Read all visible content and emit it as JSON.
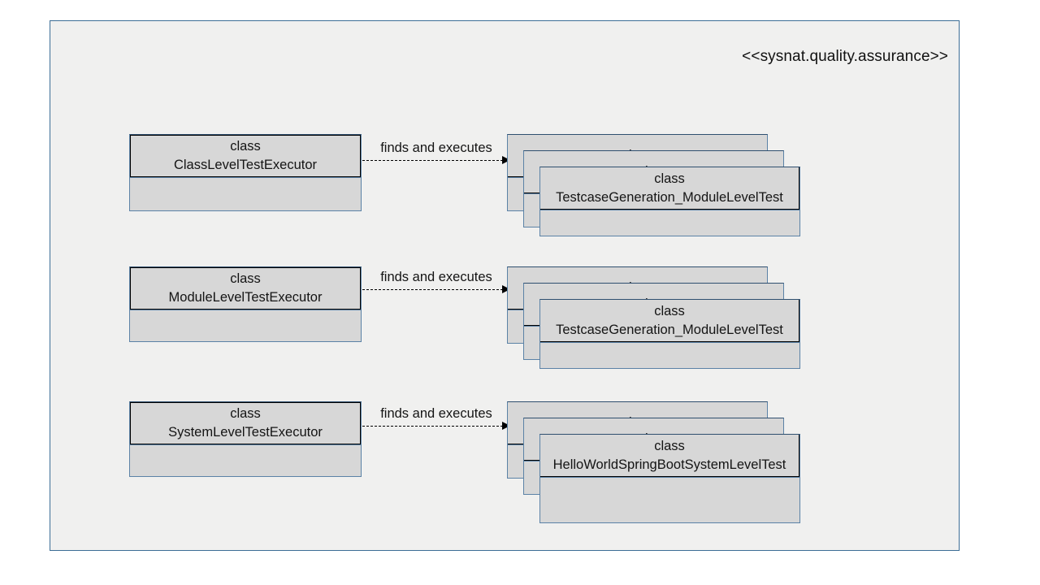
{
  "diagram": {
    "package_label": "<<sysnat.quality.assurance>>",
    "class_keyword": "class",
    "relation_label": "finds and executes",
    "colors": {
      "package_border": "#3d6e96",
      "package_fill": "#f0f0ef",
      "class_fill": "#d7d7d7",
      "class_border": "#5b82a6",
      "class_rule": "#000000",
      "canvas": "#ffffff"
    },
    "rows": [
      {
        "executor": {
          "keyword": "class",
          "name": "ClassLevelTestExecutor"
        },
        "relation": {
          "label": "finds and executes"
        },
        "tests": {
          "keyword": "class",
          "front_name": "TestcaseGeneration_ModuleLevelTest",
          "count": 3
        }
      },
      {
        "executor": {
          "keyword": "class",
          "name": "ModuleLevelTestExecutor"
        },
        "relation": {
          "label": "finds and executes"
        },
        "tests": {
          "keyword": "class",
          "front_name": "TestcaseGeneration_ModuleLevelTest",
          "count": 3
        }
      },
      {
        "executor": {
          "keyword": "class",
          "name": "SystemLevelTestExecutor"
        },
        "relation": {
          "label": "finds and executes"
        },
        "tests": {
          "keyword": "class",
          "front_name": "HelloWorldSpringBootSystemLevelTest",
          "count": 3
        }
      }
    ]
  }
}
